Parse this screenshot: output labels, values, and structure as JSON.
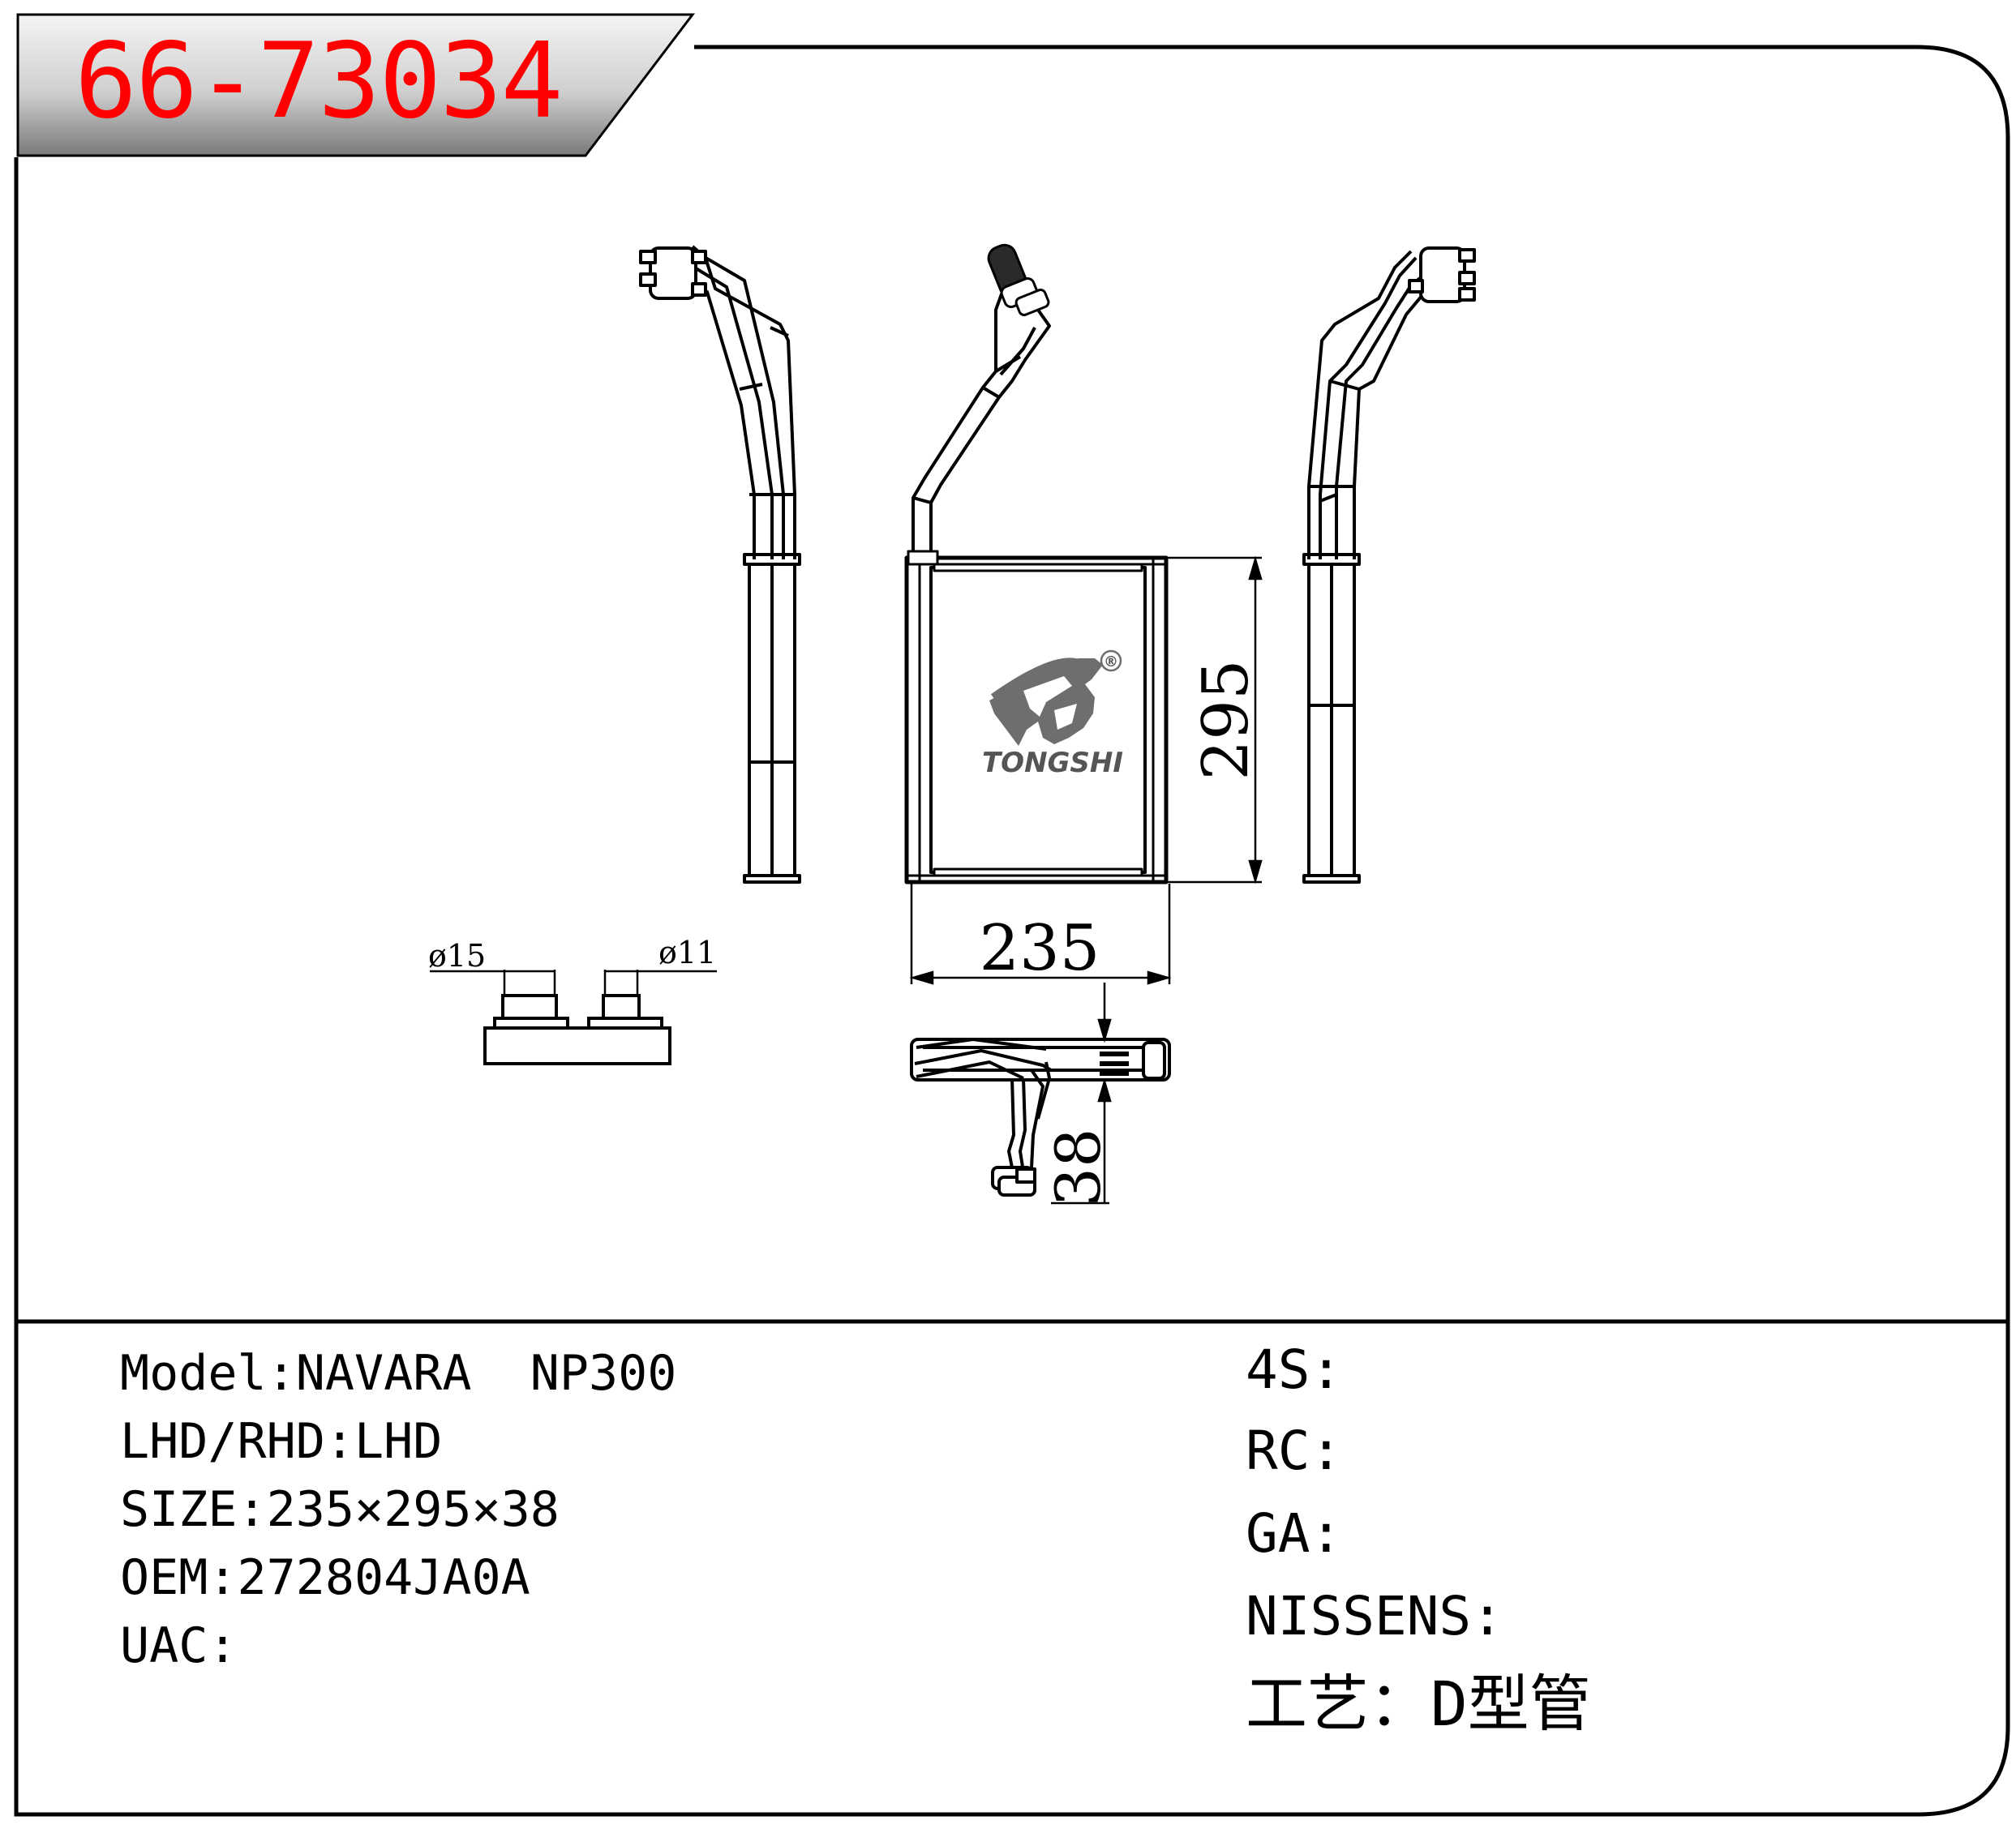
{
  "part_number": "66-73034",
  "specs": {
    "model": "Model:NAVARA  NP300",
    "lhd_rhd": "LHD/RHD:LHD",
    "size": "SIZE:235×295×38",
    "oem": "OEM:272804JA0A",
    "uac": "UAC:"
  },
  "refs": {
    "s4": "4S:",
    "rc": "RC:",
    "ga": "GA:",
    "nissens": "NISSENS:",
    "process": "工艺：D型管"
  },
  "dimensions": {
    "width": "235",
    "height": "295",
    "depth": "38",
    "pipe_large": "ø15",
    "pipe_small": "ø11"
  },
  "logo": {
    "brand": "TONGSHI",
    "registered": "®"
  },
  "colors": {
    "part_number": "#ff0000",
    "line": "#000000",
    "tab_gradient_top": "#f2f2f2",
    "tab_gradient_bottom": "#7a7a7a",
    "logo": "#6e6e6e"
  }
}
